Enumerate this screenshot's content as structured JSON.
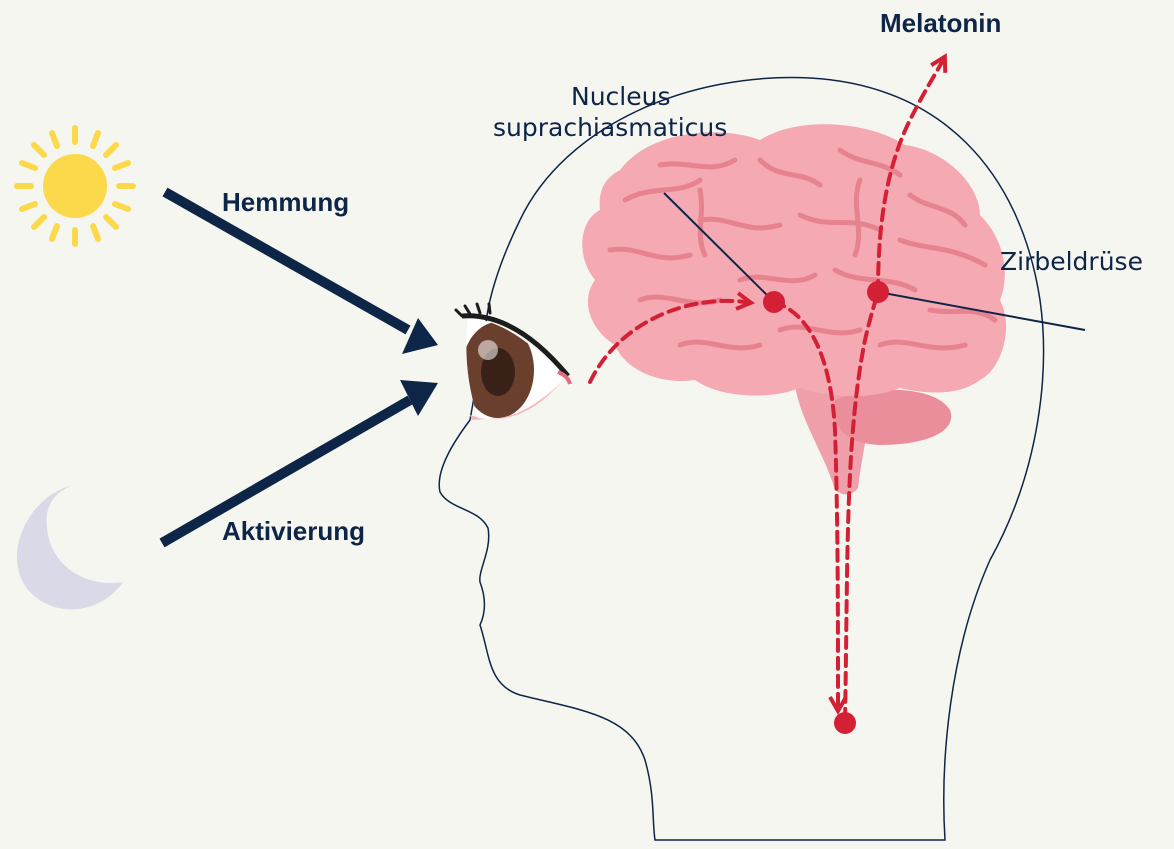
{
  "labels": {
    "melatonin": "Melatonin",
    "nucleus_line1": "Nucleus",
    "nucleus_line2": "suprachiasmaticus",
    "zirbeldruese": "Zirbeldrüse",
    "hemmung": "Hemmung",
    "aktivierung": "Aktivierung"
  },
  "icons": {
    "sun": "sun-icon",
    "moon": "moon-icon",
    "eye": "eye-icon",
    "brain": "brain-icon"
  },
  "colors": {
    "background": "#f6f6f1",
    "text_navy": "#0d2547",
    "arrow_navy": "#0d2547",
    "signal_red": "#d42035",
    "brain_pink": "#f5a9b3",
    "brain_fold": "#e7828f",
    "sun_yellow": "#fcd94b",
    "moon_lavender": "#d9d9e8",
    "iris_brown": "#6b3f2e"
  }
}
